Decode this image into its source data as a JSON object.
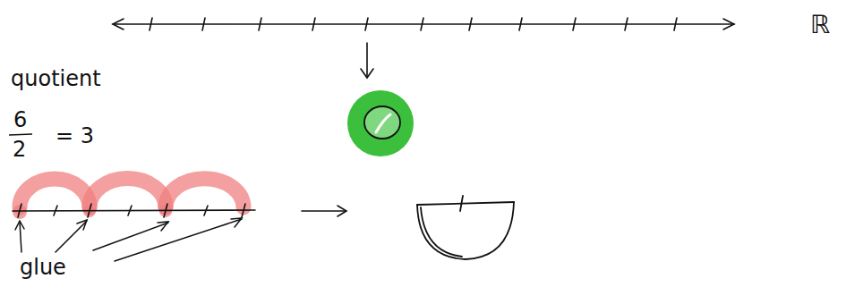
{
  "diagram": {
    "labels": [
      "ℝ",
      "quotient",
      "6",
      "2",
      "= 3",
      "glue"
    ]
  }
}
